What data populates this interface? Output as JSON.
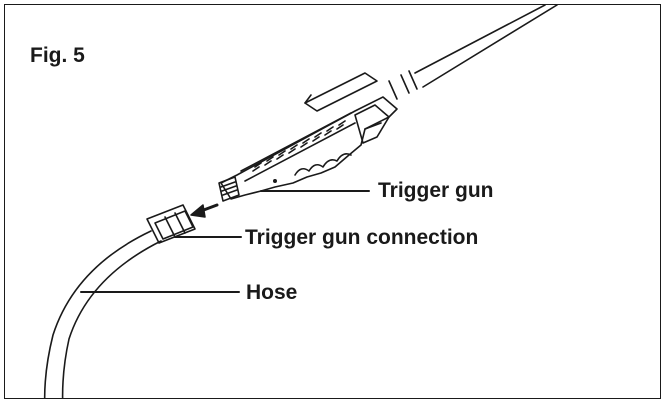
{
  "figure": {
    "label": "Fig. 5",
    "callouts": {
      "trigger_gun": "Trigger gun",
      "trigger_gun_connection": "Trigger gun connection",
      "hose": "Hose"
    }
  }
}
